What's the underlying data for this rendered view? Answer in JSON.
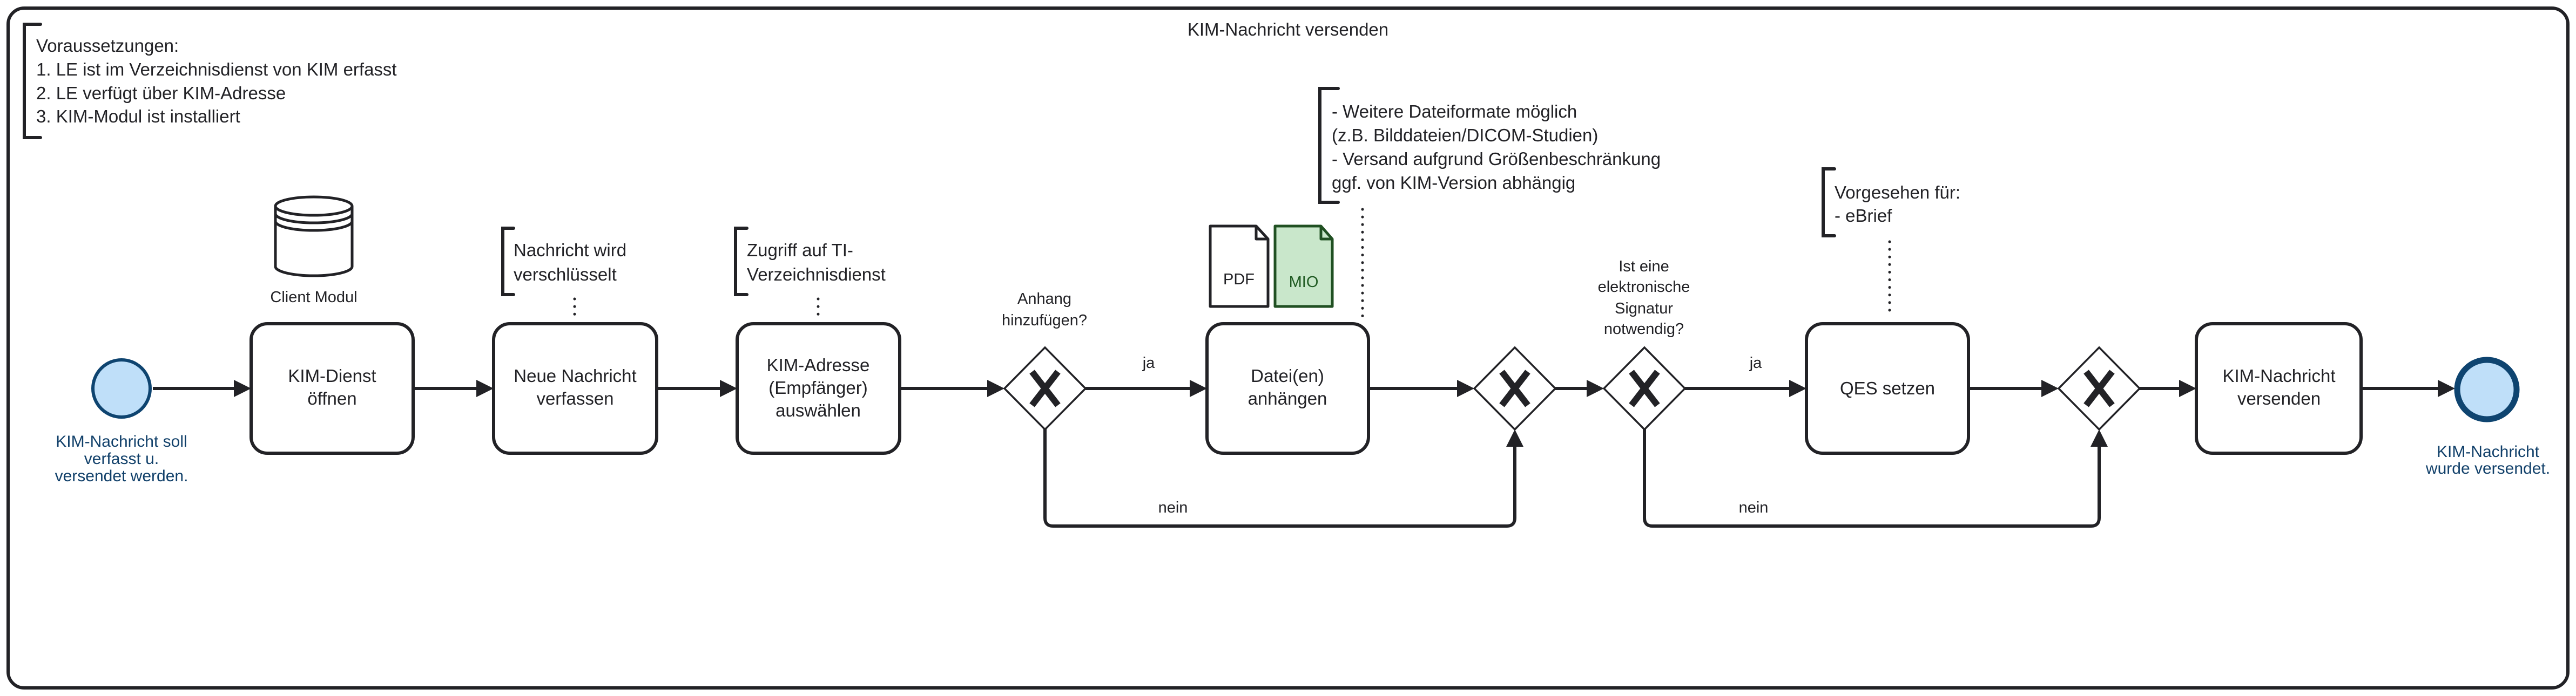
{
  "pool": {
    "title": "KIM-Nachricht versenden"
  },
  "preconditions": {
    "lines": [
      "Voraussetzungen:",
      "1. LE ist im Verzeichnisdienst von KIM erfasst",
      "2. LE verfügt über KIM-Adresse",
      "3. KIM-Modul ist installiert"
    ]
  },
  "start_event": {
    "type": "start",
    "label_lines": [
      "KIM-Nachricht soll",
      "verfasst u.",
      "versendet werden."
    ]
  },
  "end_event": {
    "type": "end",
    "label_lines": [
      "KIM-Nachricht",
      "wurde versendet."
    ]
  },
  "data_store": {
    "icon": "database-icon",
    "label": "Client Modul"
  },
  "tasks": [
    {
      "id": "t1",
      "lines": [
        "KIM-Dienst",
        "öffnen"
      ]
    },
    {
      "id": "t2",
      "lines": [
        "Neue Nachricht",
        "verfassen"
      ]
    },
    {
      "id": "t3",
      "lines": [
        "KIM-Adresse",
        "(Empfänger)",
        "auswählen"
      ]
    },
    {
      "id": "t4",
      "lines": [
        "Datei(en)",
        "anhängen"
      ]
    },
    {
      "id": "t5",
      "lines": [
        "QES setzen"
      ]
    },
    {
      "id": "t6",
      "lines": [
        "KIM-Nachricht",
        "versenden"
      ]
    }
  ],
  "gateways": [
    {
      "id": "g1",
      "type": "exclusive",
      "marker": "X",
      "question_lines": [
        "Anhang",
        "hinzufügen?"
      ]
    },
    {
      "id": "g2",
      "type": "exclusive",
      "marker": "X",
      "question_lines": []
    },
    {
      "id": "g3",
      "type": "exclusive",
      "marker": "X",
      "question_lines": [
        "Ist eine",
        "elektronische",
        "Signatur",
        "notwendig?"
      ]
    },
    {
      "id": "g4",
      "type": "exclusive",
      "marker": "X",
      "question_lines": []
    }
  ],
  "flow_labels": {
    "g1_yes": "ja",
    "g1_no": "nein",
    "g3_yes": "ja",
    "g3_no": "nein"
  },
  "annotations": [
    {
      "id": "a1",
      "lines": [
        "Nachricht wird",
        "verschlüsselt"
      ]
    },
    {
      "id": "a2",
      "lines": [
        "Zugriff auf TI-",
        "Verzeichnisdienst"
      ]
    },
    {
      "id": "a3",
      "lines": [
        "- Weitere Dateiformate möglich",
        "(z.B. Bilddateien/DICOM-Studien)",
        "- Versand aufgrund Größenbeschränkung",
        "ggf. von KIM-Version abhängig"
      ]
    },
    {
      "id": "a4",
      "lines": [
        "Vorgesehen für:",
        "- eBrief"
      ]
    }
  ],
  "documents": [
    {
      "id": "pdf",
      "label": "PDF",
      "icon": "document-icon"
    },
    {
      "id": "mio",
      "label": "MIO",
      "icon": "document-icon"
    }
  ],
  "colors": {
    "stroke": "#222226",
    "event_fill": "#bfdff9",
    "event_stroke": "#0e4470",
    "event_label": "#11406a",
    "mio_fill": "#c9e7cb",
    "mio_stroke": "#205022",
    "mio_text": "#1f5a22"
  }
}
